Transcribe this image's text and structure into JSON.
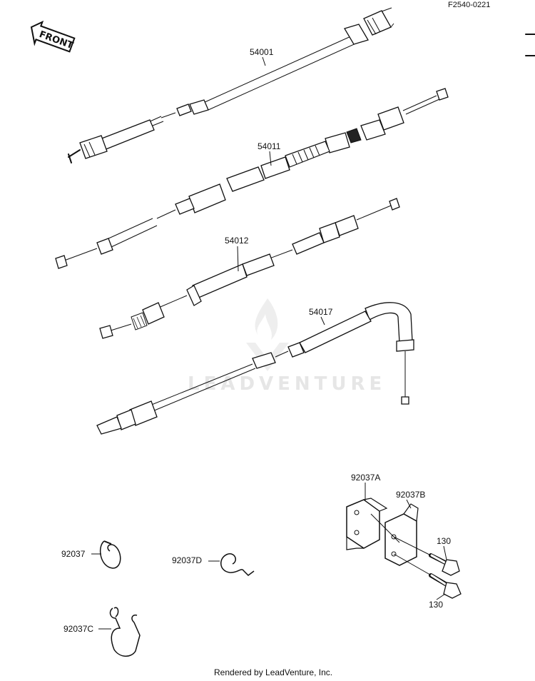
{
  "header": {
    "code": "F2540-0221",
    "front_label": "FRONT"
  },
  "parts": {
    "p54001": "54001",
    "p54011": "54011",
    "p54012": "54012",
    "p54017": "54017",
    "p92037A": "92037A",
    "p92037B": "92037B",
    "p130_top": "130",
    "p130_bottom": "130",
    "p92037": "92037",
    "p92037D": "92037D",
    "p92037C": "92037C"
  },
  "watermark": {
    "brand": "LEADVENTURE"
  },
  "footer": {
    "rendered_by": "Rendered by LeadVenture, Inc."
  }
}
